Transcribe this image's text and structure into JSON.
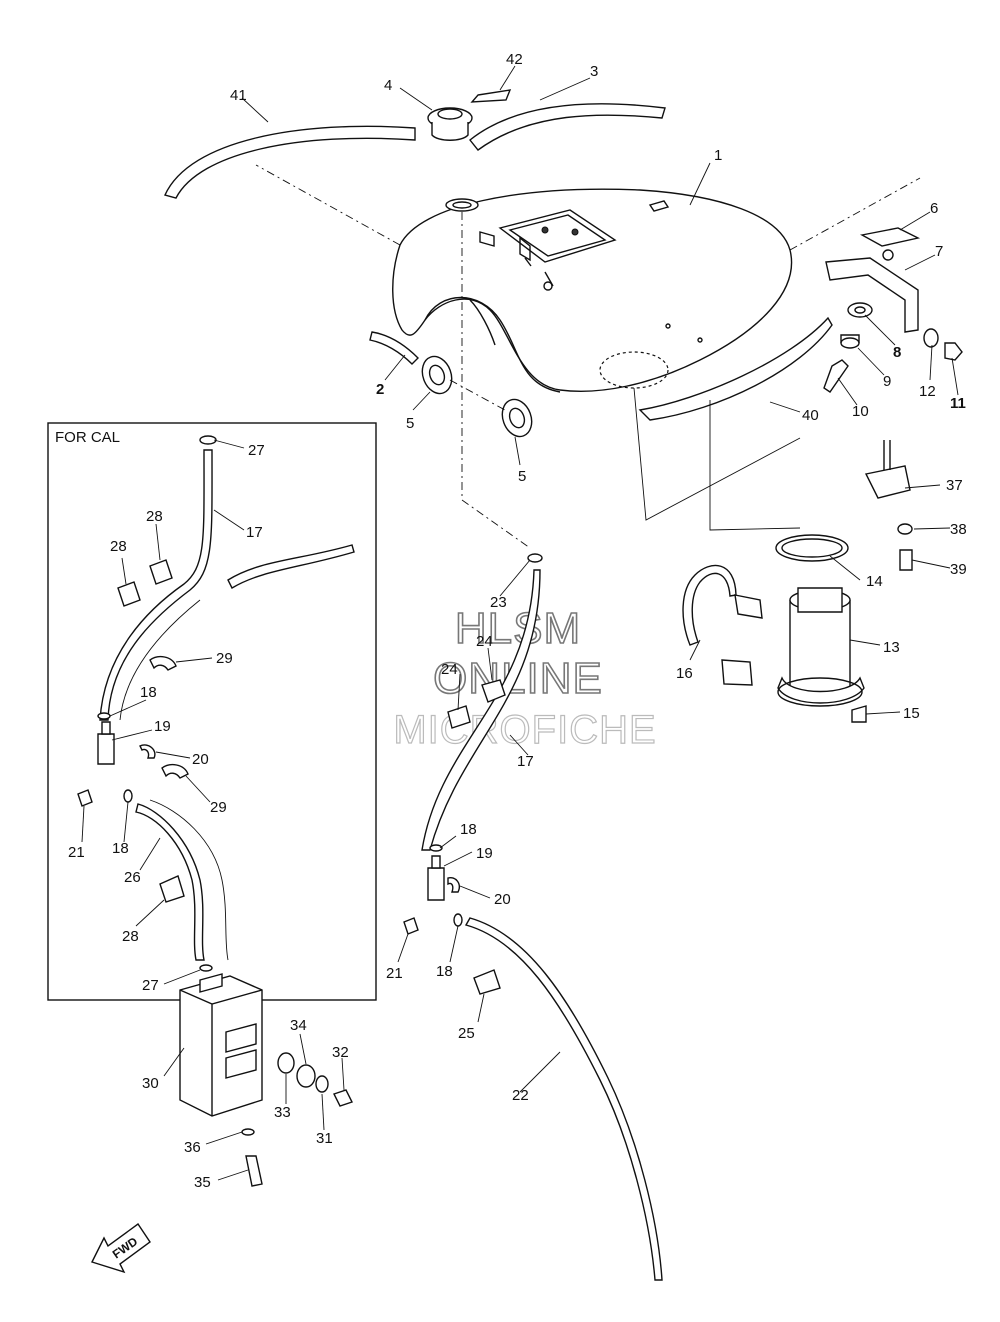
{
  "inset": {
    "title": "FOR CAL"
  },
  "watermark": {
    "line1": "HLSM",
    "line2": "ONLINE",
    "line3": "MICROFICHE"
  },
  "direction_marker": {
    "label": "FWD",
    "icon": "forward-arrow-icon"
  },
  "callouts": [
    "1",
    "2",
    "3",
    "4",
    "5",
    "5",
    "6",
    "7",
    "8",
    "9",
    "10",
    "11",
    "12",
    "13",
    "14",
    "15",
    "16",
    "17",
    "18",
    "18",
    "19",
    "20",
    "21",
    "22",
    "23",
    "24",
    "24",
    "25",
    "37",
    "38",
    "39",
    "40",
    "41",
    "42",
    "27",
    "17",
    "28",
    "28",
    "29",
    "18",
    "19",
    "20",
    "29",
    "21",
    "18",
    "26",
    "28",
    "27",
    "30",
    "34",
    "32",
    "33",
    "31",
    "36",
    "35"
  ]
}
